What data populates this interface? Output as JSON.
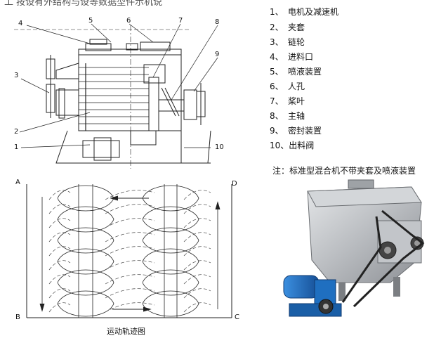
{
  "header": {
    "text": "工 按设有外结构与设等数据型件示机说"
  },
  "legend": [
    {
      "num": "1、",
      "label": "电机及减速机"
    },
    {
      "num": "2、",
      "label": "夹套"
    },
    {
      "num": "3、",
      "label": "链轮"
    },
    {
      "num": "4、",
      "label": "进料口"
    },
    {
      "num": "5、",
      "label": "喷液装置"
    },
    {
      "num": "6、",
      "label": "人孔"
    },
    {
      "num": "7、",
      "label": "桨叶"
    },
    {
      "num": "8、",
      "label": "主轴"
    },
    {
      "num": "9、",
      "label": "密封装置"
    },
    {
      "num": "10、",
      "label": "出料阀"
    }
  ],
  "note": "注：标准型混合机不带夹套及喷液装置",
  "callouts": [
    "1",
    "2",
    "3",
    "4",
    "5",
    "6",
    "7",
    "8",
    "9",
    "10"
  ],
  "trajectory": {
    "caption": "运动轨迹图",
    "corners": [
      "A",
      "B",
      "C",
      "D"
    ]
  },
  "colors": {
    "line": "#222222",
    "photo_bg": "#ffffff",
    "motor": "#1f6fc0",
    "steel": "#b9bcc0"
  }
}
